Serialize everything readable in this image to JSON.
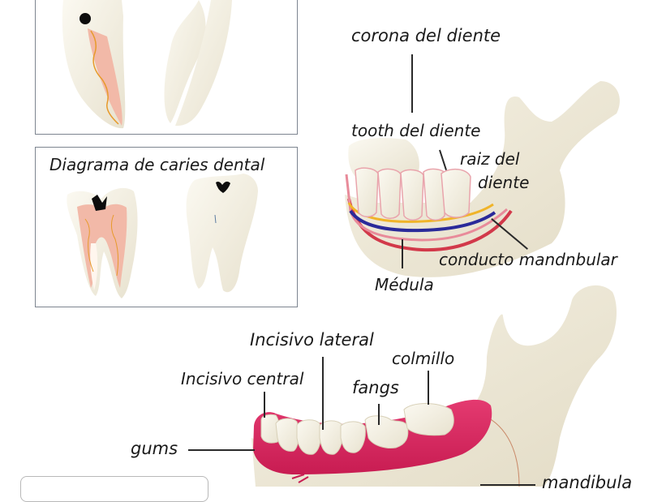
{
  "panels": {
    "top_left": {
      "title": "",
      "description": "Sectioned canine tooth with black caries dot and pulp canal, next to intact canine tooth"
    },
    "caries": {
      "title": "Diagrama de caries dental",
      "description": "Sectioned molar with black caries cavity and pink pulp, next to intact molar with cavity"
    }
  },
  "jaw_cross_section": {
    "labels": {
      "crown": "corona del diente",
      "tooth": "tooth del diente",
      "root_line1": "raiz del",
      "root_line2": "diente",
      "mandibular_canal": "conducto mandnbular",
      "marrow": "Médula"
    }
  },
  "jaw_lower": {
    "labels": {
      "lateral_incisor": "Incisivo lateral",
      "canine": "colmillo",
      "central_incisor": "Incisivo central",
      "fangs": "fangs",
      "gums": "gums",
      "mandible": "mandibula"
    }
  },
  "colors": {
    "bone": "#efeadb",
    "tooth": "#f3efe2",
    "gum_pink": "#d8245e",
    "pulp": "#f2b9a8",
    "nerve_yellow": "#f0b429",
    "vein_blue": "#2a2a9a",
    "artery_red": "#d2394a",
    "panel_border": "#7d8590",
    "text": "#1a1a1a"
  }
}
